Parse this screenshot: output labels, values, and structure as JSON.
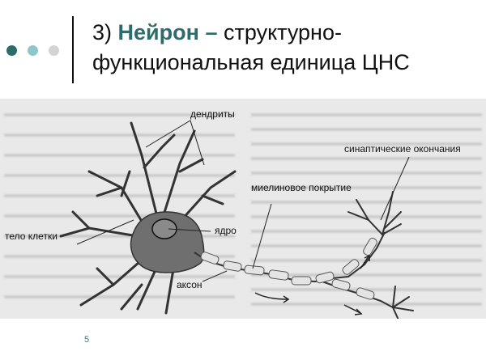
{
  "slide": {
    "title_prefix": "3)",
    "title_highlight": "Нейрон –",
    "title_rest_line1": "структурно-",
    "title_line2": "функциональная единица ЦНС",
    "page_number": "5",
    "colors": {
      "accent": "#2e6b6b",
      "bullet_1": "#2e6b6b",
      "bullet_2": "#8fc7c7",
      "bullet_3": "#d3d3d3"
    }
  },
  "diagram": {
    "labels": {
      "dendrites": "дендриты",
      "synaptic_endings": "синаптические окончания",
      "myelin": "миелиновое покрытие",
      "nucleus": "ядро",
      "cell_body": "тело клетки",
      "axon": "аксон"
    }
  }
}
